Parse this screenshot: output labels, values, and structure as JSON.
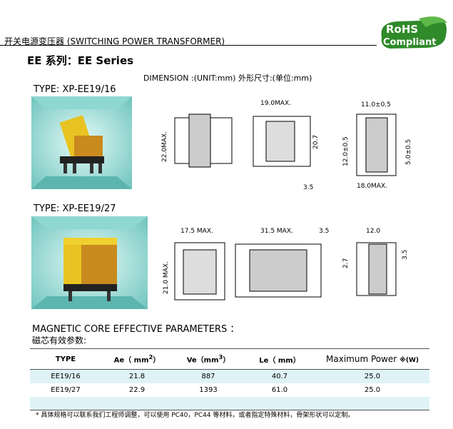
{
  "header": {
    "title": "开关电源变压器 (SWITCHING POWER TRANSFORMER)",
    "rohs_line1": "RoHS",
    "rohs_line2": "Compliant"
  },
  "series_title": "EE 系列：EE Series",
  "dimension_note": "DIMENSION :(UNIT:mm)  外形尺寸:(单位:mm)",
  "products": [
    {
      "type_label": "TYPE: XP-EE19/16",
      "dims": {
        "height": "22.0MAX.",
        "width": "19.0MAX.",
        "pin_pitch": "20.7",
        "pin_len": "3.5",
        "depth": "11.0±0.5",
        "row_span": "12.0±0.5",
        "side_pitch": "5.0±0.5",
        "base": "18.0MAX."
      }
    },
    {
      "type_label": "TYPE: XP-EE19/27",
      "dims": {
        "width": "17.5 MAX.",
        "height": "21.0 MAX.",
        "length": "31.5 MAX.",
        "pin_len": "3.5",
        "depth": "12.0",
        "pitch": "2.7",
        "side": "3.5"
      }
    }
  ],
  "magnetic": {
    "title": "MAGNETIC CORE EFFECTIVE PARAMETERS ：",
    "subtitle": "磁芯有效参数:",
    "headers": {
      "type": "TYPE",
      "ae": "Ae（ mm",
      "ae_sup": "2",
      "ae_end": "）",
      "ve": "Ve（mm",
      "ve_sup": "3",
      "ve_end": "）",
      "le": "Le（ mm）",
      "power": "Maximum Power",
      "power_unit": "※(W)"
    },
    "rows": [
      {
        "type": "EE19/16",
        "ae": "21.8",
        "ve": "887",
        "le": "40.7",
        "power": "25.0"
      },
      {
        "type": "EE19/27",
        "ae": "22.9",
        "ve": "1393",
        "le": "61.0",
        "power": "25.0"
      }
    ]
  },
  "footnote": "* 具体规格可以联系我们工程师调整，可以使用 PC40，PC44 等材料，或者指定特殊材料，骨架形状可以定制。",
  "colors": {
    "photo_bg": "#a8e0dd",
    "table_shade": "#dff3f6",
    "rohs_green": "#2f8a2a"
  }
}
